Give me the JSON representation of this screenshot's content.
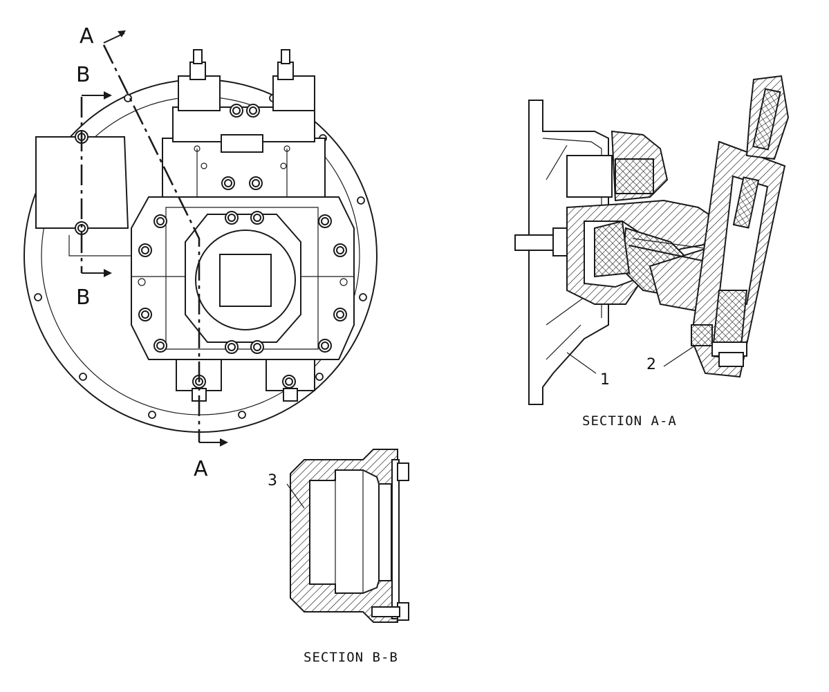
{
  "section_markers": {
    "a_top": "A",
    "a_bottom": "A",
    "b_top": "B",
    "b_bottom": "B"
  },
  "callouts": {
    "item_1": "1",
    "item_2": "2",
    "item_3": "3"
  },
  "captions": {
    "section_aa": "SECTION A-A",
    "section_bb": "SECTION B-B"
  },
  "colors": {
    "ink": "#1a1a1a",
    "paper": "#ffffff"
  }
}
